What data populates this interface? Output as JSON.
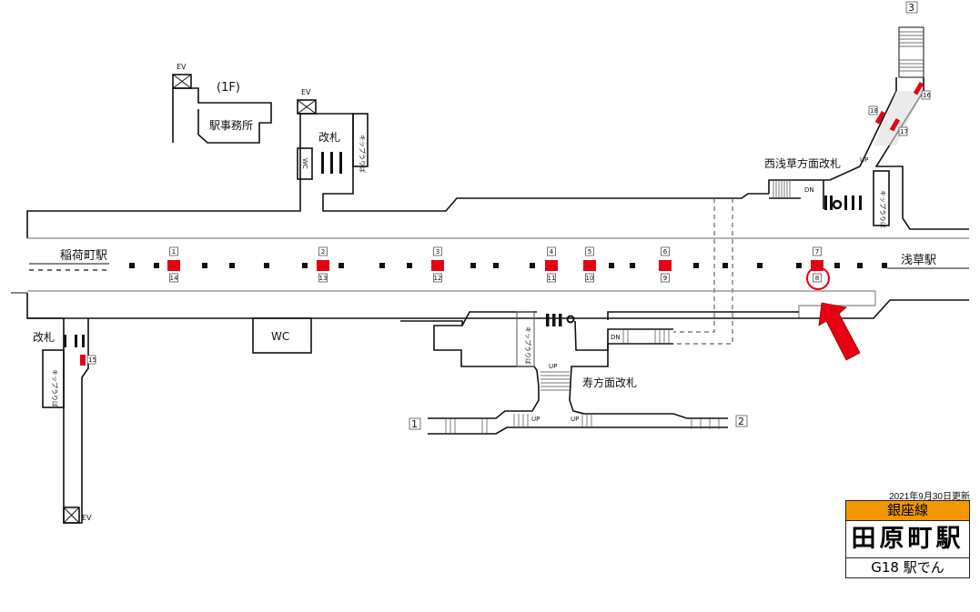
{
  "floor_label": "(1F)",
  "labels": {
    "ev": "EV",
    "station_office": "駅事務所",
    "gate": "改札",
    "wc": "WC",
    "wc_small": "WC",
    "ticket_machines": "キップうりば",
    "nishi_asakusa_gate": "西浅草方面改札",
    "kotobuki_gate": "寿方面改札",
    "up": "UP",
    "dn": "DN"
  },
  "adjacent_stations": {
    "left": "稲荷町駅",
    "right": "浅草駅"
  },
  "exits": [
    "1",
    "2",
    "3"
  ],
  "platform_doors": {
    "top": [
      "1",
      "2",
      "3",
      "4",
      "5",
      "6",
      "7"
    ],
    "bottom": [
      "14",
      "13",
      "12",
      "11",
      "10",
      "9",
      "8"
    ],
    "highlighted": "8"
  },
  "other_doors": [
    "15",
    "16",
    "17",
    "18"
  ],
  "colors": {
    "door": "#e60012",
    "arrow": "#e60012",
    "line": "#f39700"
  },
  "legend": {
    "updated": "2021年9月30日更新",
    "line_name": "銀座線",
    "station_name": "田原町駅",
    "code_text": "G18 駅でん"
  }
}
